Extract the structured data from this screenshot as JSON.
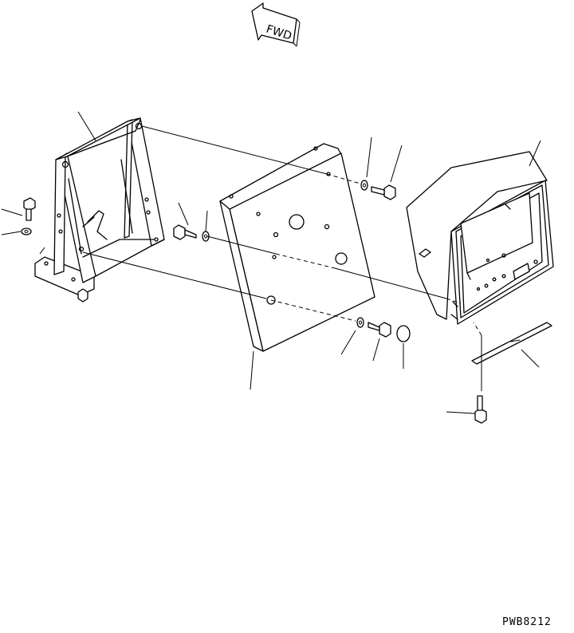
{
  "direction_marker": {
    "label": "FWD",
    "icon": "forward-arrow-icon"
  },
  "drawing_reference": "PWB8212",
  "parts": [
    {
      "name": "mounting-stand",
      "icon": "bracket-stand-icon"
    },
    {
      "name": "cover-plate",
      "icon": "panel-plate-icon"
    },
    {
      "name": "monitor-box",
      "icon": "monitor-housing-icon"
    },
    {
      "name": "bolt",
      "icon": "bolt-icon"
    },
    {
      "name": "washer",
      "icon": "washer-icon"
    },
    {
      "name": "cap",
      "icon": "cap-icon"
    },
    {
      "name": "label-plate",
      "icon": "label-plate-icon"
    }
  ],
  "colors": {
    "line": "#000000",
    "background": "#ffffff"
  }
}
